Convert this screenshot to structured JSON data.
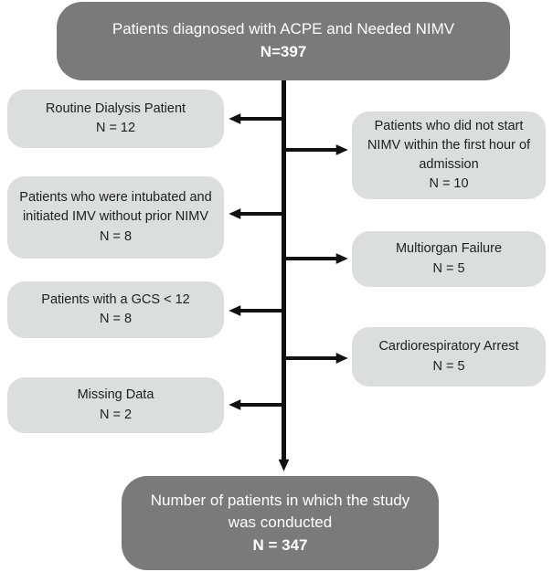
{
  "diagram": {
    "type": "patient-flowchart",
    "top_box": {
      "label": "Patients diagnosed with ACPE and Needed NIMV",
      "n": "N=397"
    },
    "exclusions_left": [
      {
        "label": "Routine Dialysis Patient",
        "n": "N = 12"
      },
      {
        "label": "Patients who were intubated and initiated IMV without prior NIMV",
        "n": "N = 8"
      },
      {
        "label": "Patients with a GCS < 12",
        "n": "N = 8"
      },
      {
        "label": "Missing Data",
        "n": "N = 2"
      }
    ],
    "exclusions_right": [
      {
        "label": "Patients who did not start NIMV within the first hour of admission",
        "n": "N = 10"
      },
      {
        "label": "Multiorgan Failure",
        "n": "N = 5"
      },
      {
        "label": "Cardiorespiratory Arrest",
        "n": "N = 5"
      }
    ],
    "result_box": {
      "label": "Number of patients in which the study was conducted",
      "n": "N = 347"
    },
    "colors": {
      "dark_box": "#7a7a7a",
      "light_box": "#dcdddd",
      "dark_text": "#ffffff",
      "light_text": "#1f1f1f",
      "arrow": "#111111"
    }
  }
}
